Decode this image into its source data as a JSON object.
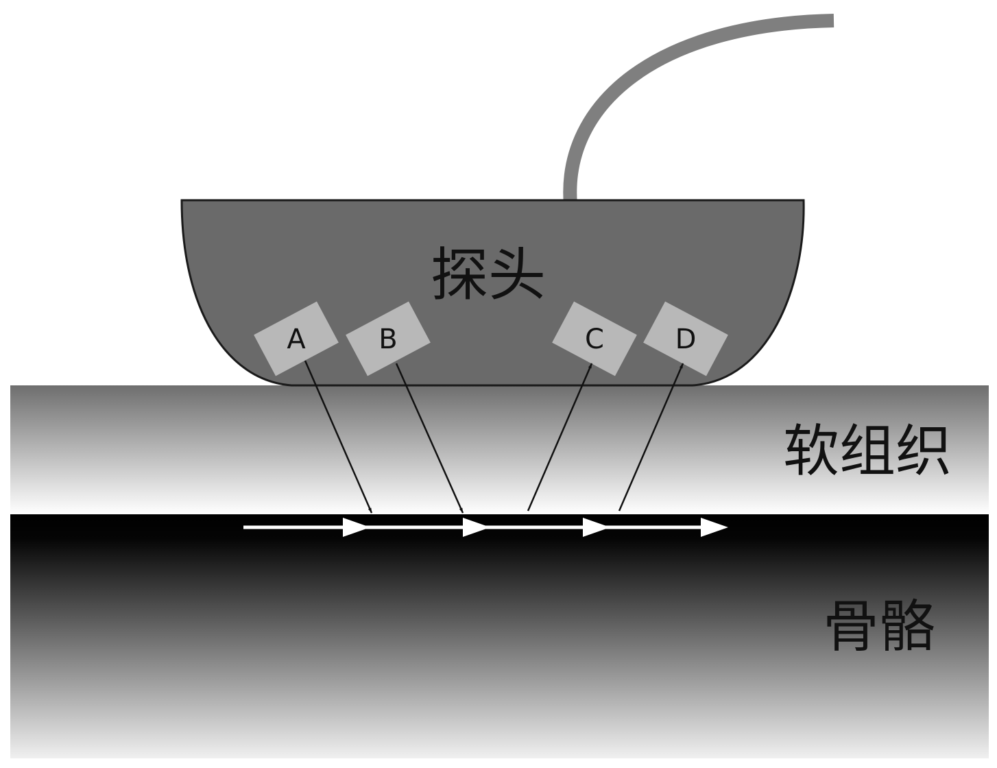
{
  "labels": {
    "probe": "探头",
    "soft_tissue": "软组织",
    "bone": "骨骼"
  },
  "transducers": [
    {
      "id": "A",
      "angle_deg": -28
    },
    {
      "id": "B",
      "angle_deg": -28
    },
    {
      "id": "C",
      "angle_deg": 28
    },
    {
      "id": "D",
      "angle_deg": 28
    }
  ],
  "colors": {
    "probe_fill": "#6a6a6a",
    "cable": "#7f7f7f",
    "transducer_fill": "#b8b8b8",
    "surface_wave_arrow": "#ffffff"
  }
}
